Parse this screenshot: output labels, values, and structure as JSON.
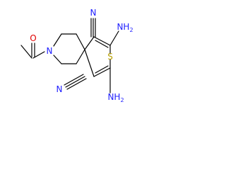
{
  "molecule": {
    "atom_labels": {
      "ring_nitrogen": "N",
      "carbonyl_oxygen": "O",
      "ring_sulfur": "S",
      "nitrile_n_top": "N",
      "nitrile_n_bottom": "N",
      "amine_top_main": "NH",
      "amine_top_sub": "2",
      "amine_bottom_main": "NH",
      "amine_bottom_sub": "2"
    },
    "colors": {
      "bond": "#000000",
      "nitrogen": "#2020ff",
      "sulfur": "#b8a000",
      "oxygen": "#e00000"
    }
  }
}
